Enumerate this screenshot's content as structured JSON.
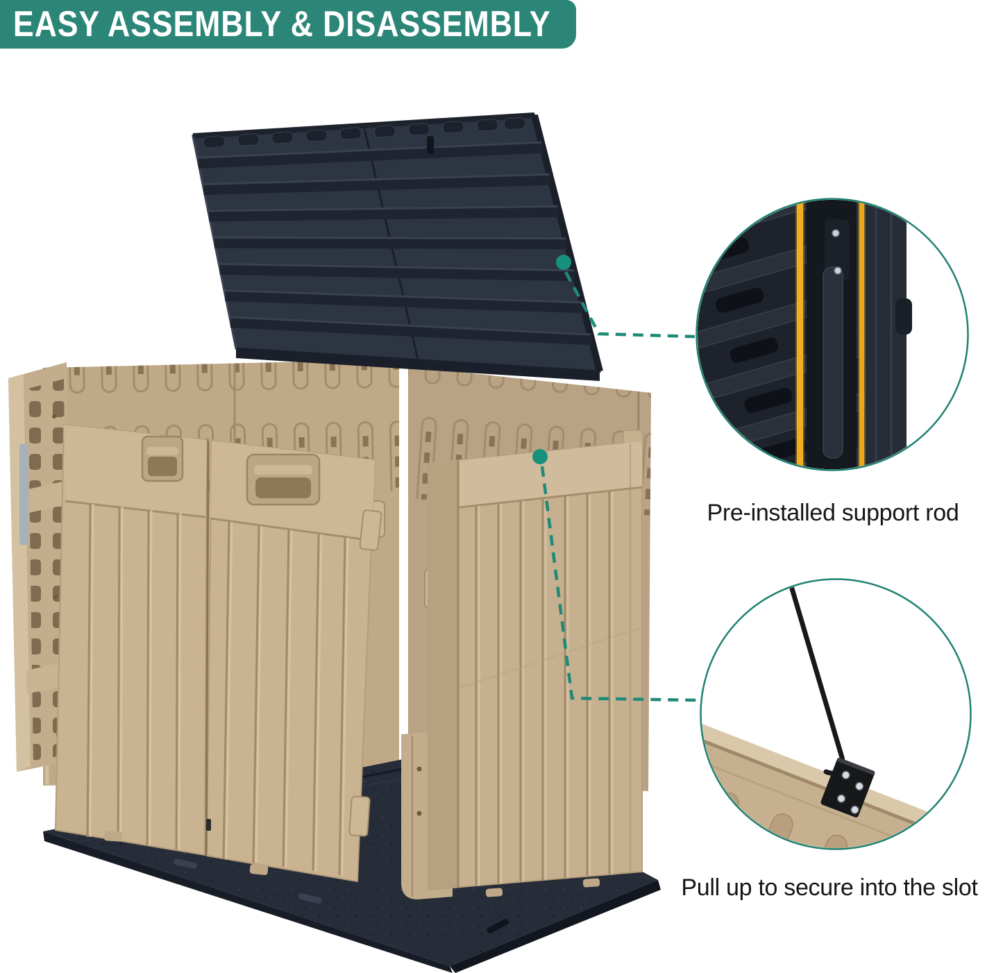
{
  "banner": {
    "text": "EASY ASSEMBLY & DISASSEMBLY",
    "background": "#2B8678",
    "text_color": "#FFFFFF"
  },
  "callouts": [
    {
      "id": "support-rod",
      "label": "Pre-installed support rod"
    },
    {
      "id": "slot-bracket",
      "label": "Pull up to secure into the slot"
    }
  ],
  "diagram": {
    "type": "exploded-assembly",
    "parts": [
      "lid",
      "folded-side-panel",
      "back-panels",
      "left-door",
      "right-door",
      "right-side-panel",
      "base-platform",
      "support-rod",
      "slot-bracket"
    ],
    "colors": {
      "accent_teal": "#1F8A78",
      "circle_ring_teal": "#1E8171",
      "lid_navy": "#2E3542",
      "panel_tan": "#C6B08F",
      "panel_tan_dark": "#A18A69",
      "base_navy": "#262C38",
      "rod_yellow": "#F0AE1E",
      "caption_text": "#151515"
    }
  }
}
